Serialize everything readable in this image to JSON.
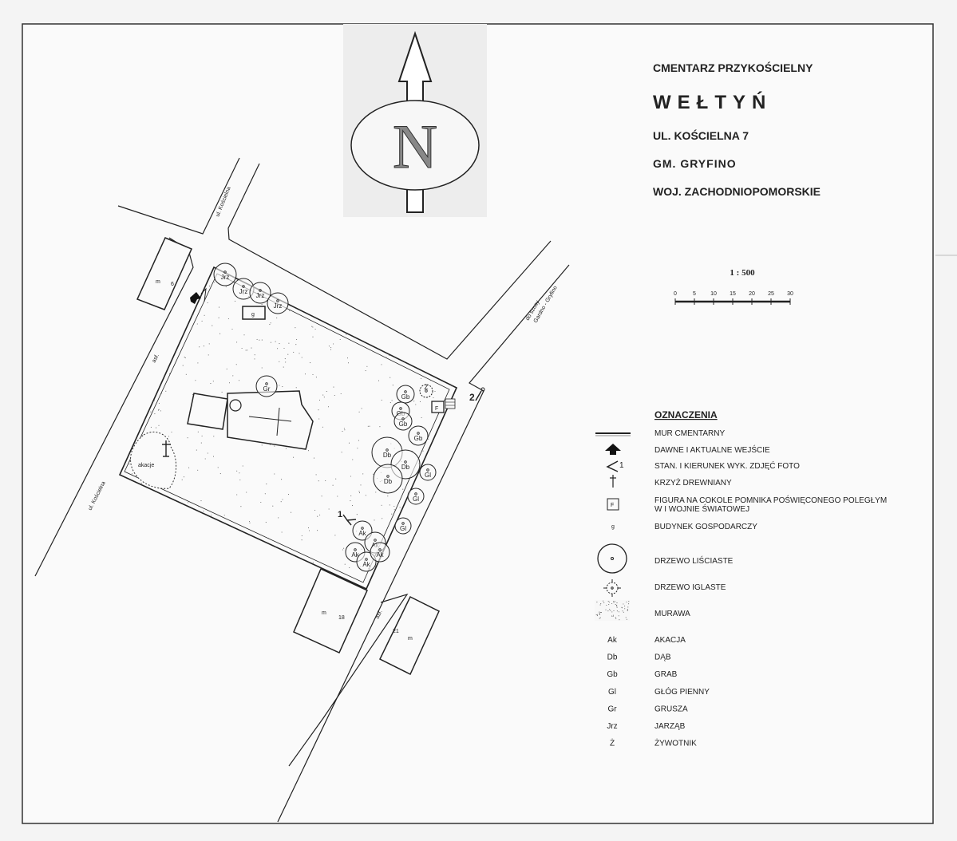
{
  "title": {
    "line1": "CMENTARZ PRZYKOŚCIELNY",
    "line2": "WEŁTYŃ",
    "line3": "UL. KOŚCIELNA 7",
    "line4": "GM. GRYFINO",
    "line5": "WOJ. ZACHODNIOPOMORSKIE"
  },
  "north_letter": "N",
  "scale": {
    "label": "1 : 500",
    "ticks": [
      "0",
      "5",
      "10",
      "15",
      "20",
      "25",
      "30"
    ]
  },
  "streets": {
    "koscielna_top": "ul. Kościelna",
    "koscielna_left": "ul. Kościelna",
    "gryfino_road_1": "do szosy",
    "gryfino_road_2": "Gardno - Gryfino",
    "asf_left": "asf.",
    "asf_bottom": "asf."
  },
  "buildings": {
    "b6_type": "m",
    "b6_num": "6",
    "b18_type": "m",
    "b18_num": "18",
    "b21_type": "m",
    "b21_num": "21",
    "shed": "g"
  },
  "map_labels": {
    "akacje": "akacje",
    "statue": "F",
    "photo1": "1",
    "photo2": "2"
  },
  "trees": [
    {
      "label": "Jrz"
    },
    {
      "label": "Jrz"
    },
    {
      "label": "Jrz"
    },
    {
      "label": "Jrz"
    },
    {
      "label": "Gr"
    },
    {
      "label": "Gb"
    },
    {
      "label": "Gb"
    },
    {
      "label": "Gb"
    },
    {
      "label": "Gb"
    },
    {
      "label": "Db"
    },
    {
      "label": "Db"
    },
    {
      "label": "Db"
    },
    {
      "label": "Gl"
    },
    {
      "label": "Gl"
    },
    {
      "label": "Gl"
    },
    {
      "label": "Ak"
    },
    {
      "label": "Ak"
    },
    {
      "label": "Ak"
    },
    {
      "label": "Ak"
    },
    {
      "label": "Ak"
    },
    {
      "label": "Ż"
    }
  ],
  "legend": {
    "heading": "OZNACZENIA",
    "wall": "MUR CMENTARNY",
    "entrance": "DAWNE I AKTUALNE WEJŚCIE",
    "photo_num": "1",
    "photo": "STAN. I KIERUNEK WYK. ZDJĘĆ FOTO",
    "cross": "KRZYŻ  DREWNIANY",
    "figure_symbol": "F",
    "figure_line1": "FIGURA NA COKOLE POMNIKA POŚWIĘCONEGO POLEGŁYM",
    "figure_line2": "W I WOJNIE ŚWIATOWEJ",
    "farm_symbol": "g",
    "farm": "BUDYNEK GOSPODARCZY",
    "deciduous": "DRZEWO LIŚCIASTE",
    "conifer": "DRZEWO IGLASTE",
    "lawn": "MURAWA",
    "species": [
      {
        "code": "Ak",
        "name": "AKACJA"
      },
      {
        "code": "Db",
        "name": "DĄB"
      },
      {
        "code": "Gb",
        "name": "GRAB"
      },
      {
        "code": "Gl",
        "name": "GŁÓG PIENNY"
      },
      {
        "code": "Gr",
        "name": "GRUSZA"
      },
      {
        "code": "Jrz",
        "name": "JARZĄB"
      },
      {
        "code": "Ż",
        "name": "ŻYWOTNIK"
      }
    ]
  }
}
